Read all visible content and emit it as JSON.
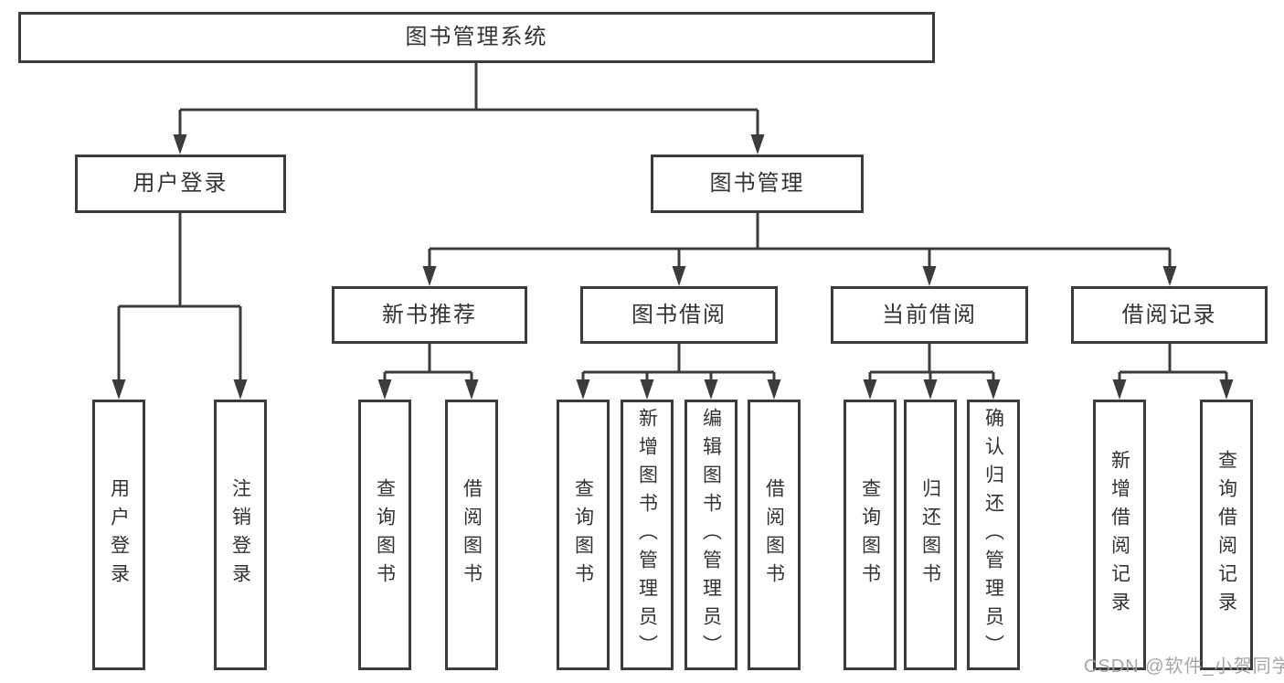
{
  "diagram": {
    "root": {
      "label": "图书管理系统"
    },
    "level2": [
      {
        "label": "用户登录"
      },
      {
        "label": "图书管理"
      }
    ],
    "level3": [
      {
        "label": "新书推荐",
        "parent": "图书管理"
      },
      {
        "label": "图书借阅",
        "parent": "图书管理"
      },
      {
        "label": "当前借阅",
        "parent": "图书管理"
      },
      {
        "label": "借阅记录",
        "parent": "图书管理"
      }
    ],
    "leaves": [
      {
        "label": "用户登录",
        "parent": "用户登录"
      },
      {
        "label": "注销登录",
        "parent": "用户登录"
      },
      {
        "label": "查询图书",
        "parent": "新书推荐"
      },
      {
        "label": "借阅图书",
        "parent": "新书推荐"
      },
      {
        "label": "查询图书",
        "parent": "图书借阅"
      },
      {
        "label": "新增图书（管理员）",
        "parent": "图书借阅"
      },
      {
        "label": "编辑图书（管理员）",
        "parent": "图书借阅"
      },
      {
        "label": "借阅图书",
        "parent": "图书借阅"
      },
      {
        "label": "查询图书",
        "parent": "当前借阅"
      },
      {
        "label": "归还图书",
        "parent": "当前借阅"
      },
      {
        "label": "确认归还（管理员）",
        "parent": "当前借阅"
      },
      {
        "label": "新增借阅记录",
        "parent": "借阅记录"
      },
      {
        "label": "查询借阅记录",
        "parent": "借阅记录"
      }
    ],
    "watermark": "CSDN @软件_小贺同学",
    "colors": {
      "line": "#3c3c3c",
      "text": "#333333",
      "watermark": "#9e9e9e",
      "background": "#ffffff"
    }
  }
}
